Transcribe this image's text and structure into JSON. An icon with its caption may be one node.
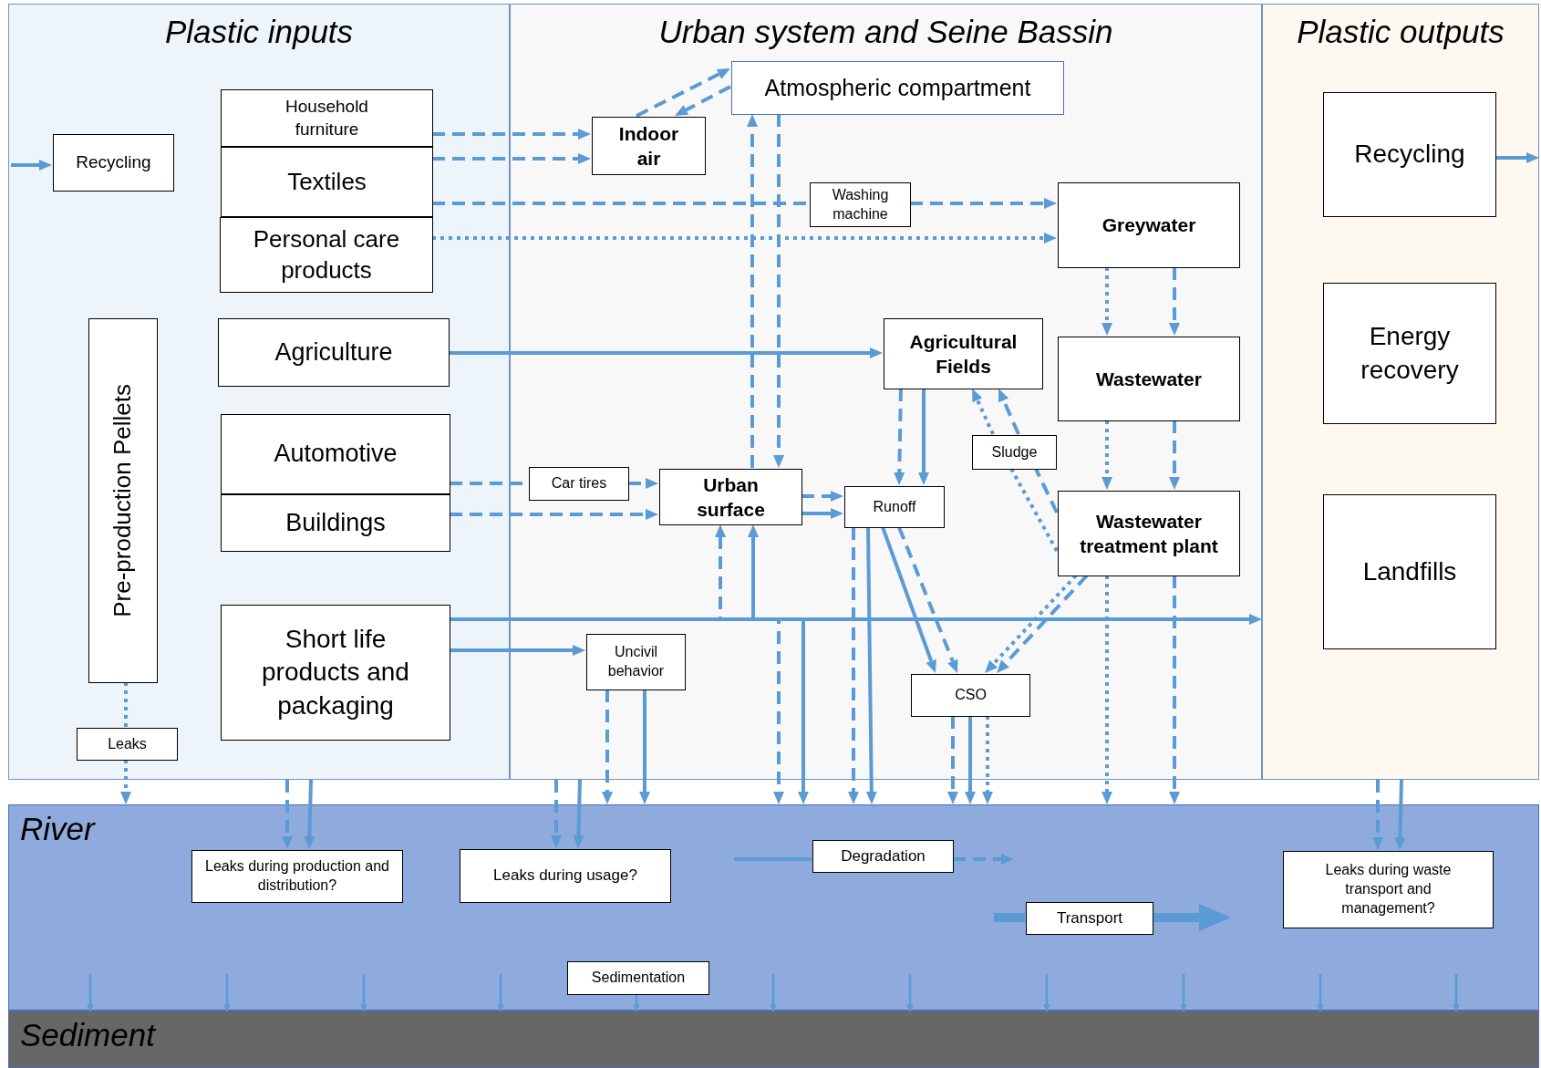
{
  "diagram": {
    "nodes": [
      {
        "text": [
          "Plastic inputs"
        ]
      },
      {
        "text": [
          "Urban system and Seine Bassin"
        ]
      },
      {
        "text": [
          "Plastic outputs"
        ]
      },
      {
        "text": [
          "River"
        ]
      },
      {
        "text": [
          "Sediment"
        ]
      },
      {
        "text": [
          "Recycling"
        ],
        "in": 0
      },
      {
        "text": [
          "Household furniture"
        ],
        "in": 0
      },
      {
        "text": [
          "Textiles"
        ],
        "in": 0
      },
      {
        "text": [
          "Personal care products"
        ],
        "in": 0
      },
      {
        "text": [
          "Pre-production Pellets"
        ],
        "in": 0
      },
      {
        "text": [
          "Agriculture"
        ],
        "in": 0
      },
      {
        "text": [
          "Automotive"
        ],
        "in": 0
      },
      {
        "text": [
          "Buildings"
        ],
        "in": 0
      },
      {
        "text": [
          "Short life products and packaging"
        ],
        "in": 0
      },
      {
        "text": [
          "Leaks"
        ],
        "in": 0
      },
      {
        "text": [
          "Indoor air"
        ],
        "in": 1
      },
      {
        "text": [
          "Atmospheric compartment"
        ],
        "in": 1
      },
      {
        "text": [
          "Greywater"
        ],
        "in": 1
      },
      {
        "text": [
          "Agricultural Fields"
        ],
        "in": 1
      },
      {
        "text": [
          "Wastewater"
        ],
        "in": 1
      },
      {
        "text": [
          "Urban surface"
        ],
        "in": 1
      },
      {
        "text": [
          "Runoff"
        ],
        "in": 1
      },
      {
        "text": [
          "Wastewater treatment plant"
        ],
        "in": 1
      },
      {
        "text": [
          "Uncivil behavior"
        ],
        "in": 1
      },
      {
        "text": [
          "CSO"
        ],
        "in": 1
      },
      {
        "text": [
          "Recycling"
        ],
        "in": 2
      },
      {
        "text": [
          "Energy recovery"
        ],
        "in": 2
      },
      {
        "text": [
          "Landfills"
        ],
        "in": 2
      },
      {
        "text": [
          "Leaks during production and distribution?"
        ],
        "in": 3
      },
      {
        "text": [
          "Leaks during usage?"
        ],
        "in": 3
      },
      {
        "text": [
          "Degradation"
        ],
        "in": 3
      },
      {
        "text": [
          "Transport"
        ],
        "in": 3
      },
      {
        "text": [
          "Leaks during waste transport and management?"
        ],
        "in": 3
      },
      {
        "text": [
          "Washing machine"
        ],
        "in": 1
      },
      {
        "text": [
          "Car tires"
        ],
        "in": 1
      },
      {
        "text": [
          "Sludge"
        ],
        "in": 1
      },
      {
        "text": [
          "Sedimentation"
        ],
        "in": 3
      }
    ],
    "edges": [
      {
        "from": null,
        "to": 5,
        "arrow": "to"
      },
      {
        "from": 25,
        "to": null,
        "arrow": "to"
      },
      {
        "from": 6,
        "to": 15,
        "arrow": "to",
        "style": "dashed"
      },
      {
        "from": 7,
        "to": 15,
        "arrow": "to",
        "style": "dashed"
      },
      {
        "from": 15,
        "to": 16,
        "arrow": "to",
        "style": "dashed"
      },
      {
        "from": 16,
        "to": 15,
        "arrow": "to",
        "style": "dashed"
      },
      {
        "from": 7,
        "to": 33,
        "arrow": "none",
        "style": "dashed"
      },
      {
        "from": 8,
        "to": 17,
        "arrow": "to",
        "style": "dashed"
      },
      {
        "from": 10,
        "to": 18,
        "arrow": "to"
      },
      {
        "from": 20,
        "to": 16,
        "arrow": "to",
        "style": "dashed"
      },
      {
        "from": 16,
        "to": 20,
        "arrow": "to",
        "style": "dashed"
      },
      {
        "from": 11,
        "to": 34,
        "arrow": "none",
        "style": "dashed"
      },
      {
        "from": 12,
        "to": 20,
        "arrow": "to",
        "style": "dashed"
      },
      {
        "from": 20,
        "to": 21,
        "arrow": "to",
        "style": "dashed"
      },
      {
        "from": 20,
        "to": 21,
        "arrow": "to"
      },
      {
        "from": 18,
        "to": 21,
        "arrow": "to",
        "style": "dashed"
      },
      {
        "from": 18,
        "to": 21,
        "arrow": "to"
      },
      {
        "from": 17,
        "to": 19,
        "arrow": "to",
        "style": "dashed"
      },
      {
        "from": 17,
        "to": 19,
        "arrow": "to",
        "style": "dashed"
      },
      {
        "from": 19,
        "to": 22,
        "arrow": "to",
        "style": "dashed"
      },
      {
        "from": 19,
        "to": 22,
        "arrow": "to",
        "style": "dashed"
      },
      {
        "from": 22,
        "to": 35,
        "arrow": "none",
        "style": "dashed"
      },
      {
        "from": 22,
        "to": 35,
        "arrow": "none",
        "style": "dashed"
      },
      {
        "from": 13,
        "to": 2,
        "arrow": "to"
      },
      {
        "from": 13,
        "to": 20,
        "arrow": "to",
        "style": "dashed"
      },
      {
        "from": 13,
        "to": 20,
        "arrow": "to"
      },
      {
        "from": 13,
        "to": 3,
        "arrow": "to",
        "style": "dashed"
      },
      {
        "from": 13,
        "to": 3,
        "arrow": "to"
      },
      {
        "from": 13,
        "to": 23,
        "arrow": "to"
      },
      {
        "from": 23,
        "to": 3,
        "arrow": "to",
        "style": "dashed"
      },
      {
        "from": 23,
        "to": 3,
        "arrow": "to"
      },
      {
        "from": 21,
        "to": 3,
        "arrow": "to",
        "style": "dashed"
      },
      {
        "from": 21,
        "to": 3,
        "arrow": "to"
      },
      {
        "from": 21,
        "to": 24,
        "arrow": "to"
      },
      {
        "from": 21,
        "to": 24,
        "arrow": "to",
        "style": "dashed"
      },
      {
        "from": 22,
        "to": 24,
        "arrow": "to",
        "style": "dashed"
      },
      {
        "from": 22,
        "to": 24,
        "arrow": "to",
        "style": "dashed"
      },
      {
        "from": 24,
        "to": 3,
        "arrow": "to",
        "style": "dashed"
      },
      {
        "from": 24,
        "to": 3,
        "arrow": "to"
      },
      {
        "from": 24,
        "to": 3,
        "arrow": "to",
        "style": "dashed"
      },
      {
        "from": 22,
        "to": 3,
        "arrow": "to",
        "style": "dashed"
      },
      {
        "from": 22,
        "to": 3,
        "arrow": "to",
        "style": "dashed"
      },
      {
        "from": 9,
        "to": 14,
        "arrow": "none",
        "style": "dashed"
      },
      {
        "from": 14,
        "to": 3,
        "arrow": "to",
        "style": "dashed"
      },
      {
        "from": 0,
        "to": 28,
        "arrow": "to",
        "style": "dashed"
      },
      {
        "from": 0,
        "to": 28,
        "arrow": "to"
      },
      {
        "from": 1,
        "to": 29,
        "arrow": "to",
        "style": "dashed"
      },
      {
        "from": 1,
        "to": 29,
        "arrow": "to"
      },
      {
        "from": 2,
        "to": 32,
        "arrow": "to",
        "style": "dashed"
      },
      {
        "from": 2,
        "to": 32,
        "arrow": "to"
      },
      {
        "from": null,
        "to": 30,
        "arrow": "none"
      },
      {
        "from": 30,
        "to": null,
        "arrow": "to",
        "style": "dashed"
      },
      {
        "from": null,
        "to": 31,
        "arrow": "none",
        "style": "thick"
      },
      {
        "from": 31,
        "to": null,
        "arrow": "to",
        "style": "thick"
      },
      {
        "from": null,
        "to": 4,
        "arrow": "to"
      },
      {
        "from": null,
        "to": 4,
        "arrow": "to"
      },
      {
        "from": null,
        "to": 4,
        "arrow": "to"
      },
      {
        "from": null,
        "to": 4,
        "arrow": "to"
      },
      {
        "from": 36,
        "to": 4,
        "arrow": "to"
      },
      {
        "from": null,
        "to": 4,
        "arrow": "to"
      },
      {
        "from": null,
        "to": 4,
        "arrow": "to"
      },
      {
        "from": null,
        "to": 4,
        "arrow": "to"
      },
      {
        "from": null,
        "to": 4,
        "arrow": "to"
      },
      {
        "from": null,
        "to": 4,
        "arrow": "to"
      },
      {
        "from": null,
        "to": 4,
        "arrow": "to"
      },
      {
        "from": 33,
        "to": 17,
        "arrow": "to",
        "style": "dashed"
      },
      {
        "from": 34,
        "to": 20,
        "arrow": "to",
        "style": "dashed"
      },
      {
        "from": 35,
        "to": 18,
        "arrow": "to",
        "style": "dashed"
      },
      {
        "from": 35,
        "to": 18,
        "arrow": "to",
        "style": "dashed"
      }
    ]
  }
}
